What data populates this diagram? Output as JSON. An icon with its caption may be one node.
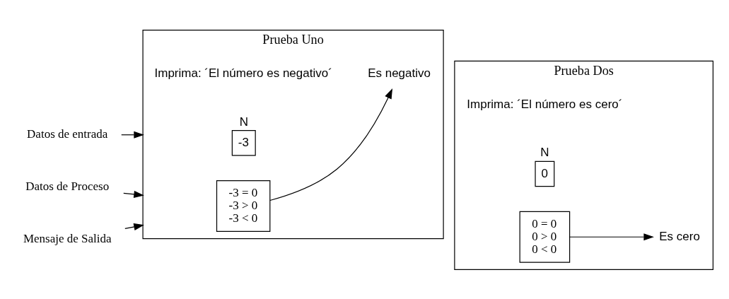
{
  "diagram": {
    "nodes": [
      {
        "text": [
          "Prueba Uno",
          "Imprima: ´El número es negativo´"
        ]
      },
      {
        "text": [
          "N",
          "-3"
        ],
        "in": 0
      },
      {
        "text": [
          "-3 = 0",
          "-3 > 0",
          "-3 < 0"
        ],
        "in": 0
      },
      {
        "text": [
          "Es negativo"
        ],
        "in": 0
      },
      {
        "text": [
          "Prueba Dos",
          "Imprima: ´El número es cero´"
        ]
      },
      {
        "text": [
          "N",
          "0"
        ],
        "in": 4
      },
      {
        "text": [
          "0 = 0",
          "0 > 0",
          "0 < 0"
        ],
        "in": 4
      },
      {
        "text": [
          "Es cero"
        ],
        "in": 4
      },
      {
        "text": [
          "Datos de entrada"
        ]
      },
      {
        "text": [
          "Datos de Proceso"
        ]
      },
      {
        "text": [
          "Mensaje de Salida"
        ]
      }
    ],
    "edges": [
      {
        "from": 8,
        "to": 0,
        "arrow": "to"
      },
      {
        "from": 9,
        "to": 0,
        "arrow": "to"
      },
      {
        "from": 10,
        "to": 0,
        "arrow": "to"
      },
      {
        "from": 2,
        "to": 3,
        "arrow": "to"
      },
      {
        "from": 6,
        "to": 7,
        "arrow": "to"
      }
    ]
  }
}
